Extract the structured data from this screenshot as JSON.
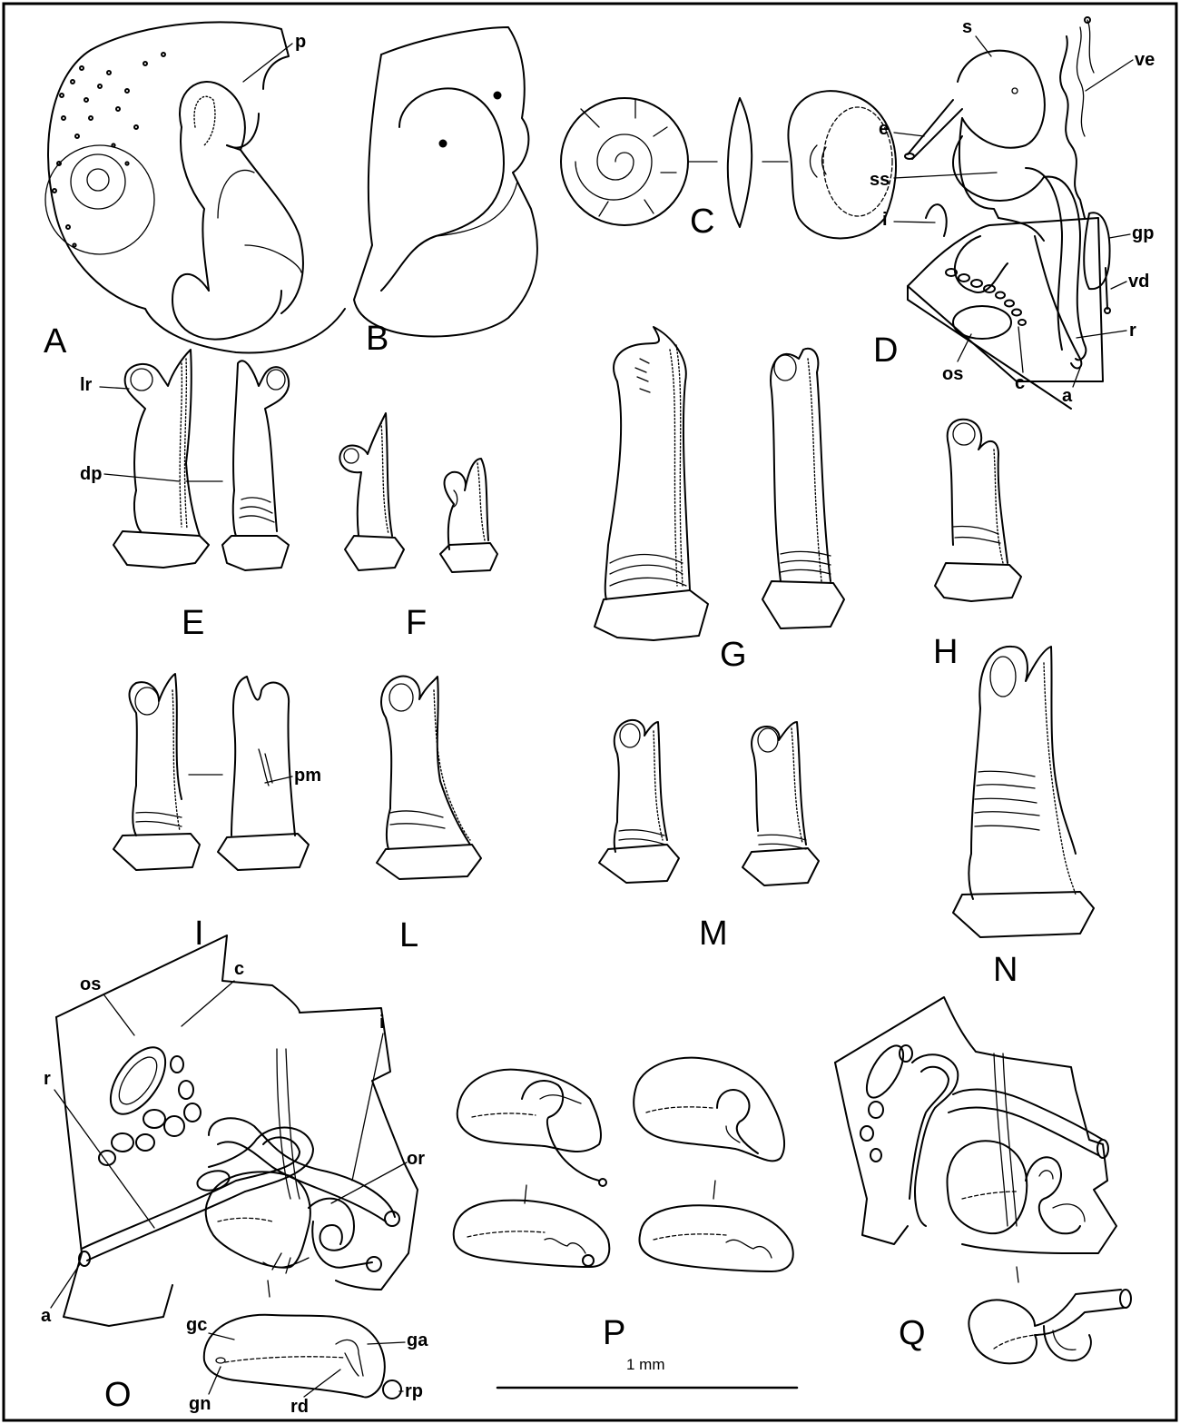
{
  "panels": {
    "A": "A",
    "B": "B",
    "C": "C",
    "D": "D",
    "E": "E",
    "F": "F",
    "G": "G",
    "H": "H",
    "I": "I",
    "L": "L",
    "M": "M",
    "N": "N",
    "O": "O",
    "P": "P",
    "Q": "Q"
  },
  "labels": {
    "p": "p",
    "s": "s",
    "ve": "ve",
    "e": "e",
    "ss": "ss",
    "i": "i",
    "gp": "gp",
    "vd": "vd",
    "r": "r",
    "os": "os",
    "c": "c",
    "a": "a",
    "lr": "lr",
    "dp": "dp",
    "pm": "pm",
    "o_os": "os",
    "o_c": "c",
    "o_i": "i",
    "o_r": "r",
    "o_or": "or",
    "o_a": "a",
    "gc": "gc",
    "ga": "ga",
    "gn": "gn",
    "rd": "rd",
    "rp": "rp"
  },
  "scale_bar": {
    "label": "1 mm"
  }
}
